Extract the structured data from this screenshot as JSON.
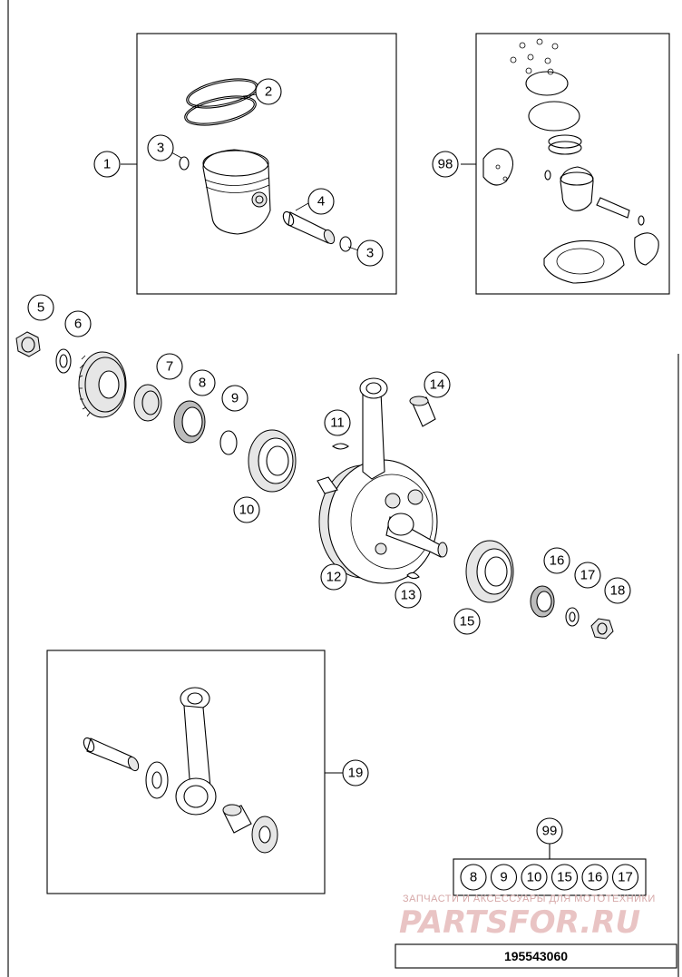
{
  "callouts": [
    "1",
    "2",
    "3",
    "3",
    "4",
    "98",
    "5",
    "6",
    "7",
    "8",
    "9",
    "10",
    "11",
    "12",
    "13",
    "14",
    "15",
    "16",
    "17",
    "18",
    "19",
    "99"
  ],
  "kit_99_items": [
    "8",
    "9",
    "10",
    "15",
    "16",
    "17"
  ],
  "watermark": {
    "line1": "ЗАПЧАСТИ И АКСЕССУАРЫ ДЛЯ МОТОТЕХНИКИ",
    "line2": "PARTSFOR.RU"
  },
  "diagram_code": "195543060",
  "colors": {
    "line": "#000000",
    "background": "#ffffff",
    "watermark": "#e9c4c4"
  }
}
